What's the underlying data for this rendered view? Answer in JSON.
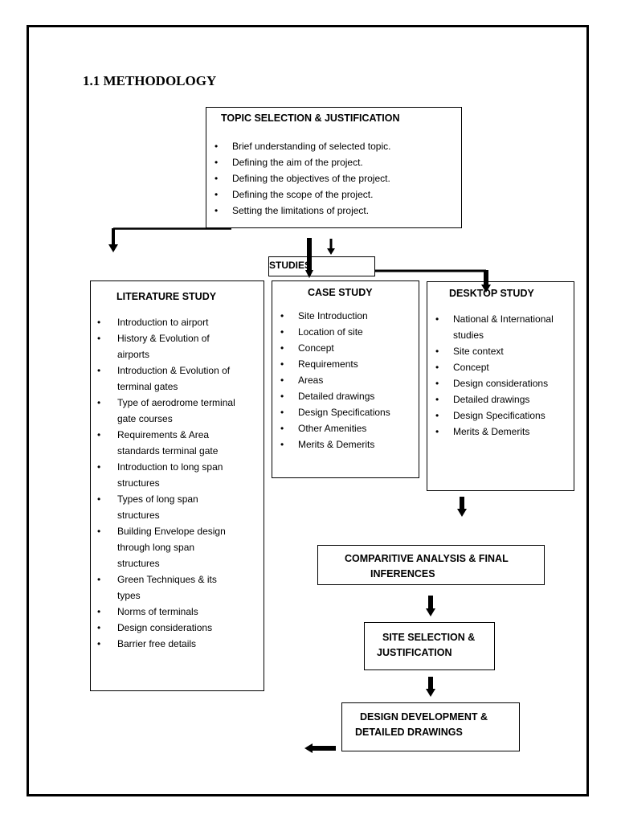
{
  "heading": "1.1 METHODOLOGY",
  "topic": {
    "title": "TOPIC SELECTION & JUSTIFICATION",
    "items": [
      "Brief understanding of selected topic.",
      "Defining the aim of the project.",
      "Defining the objectives of the project.",
      "Defining the scope of the project.",
      "Setting the limitations of project."
    ]
  },
  "studies_label": "STUDIES",
  "literature": {
    "title": "LITERATURE STUDY",
    "items": [
      "Introduction to airport",
      "History & Evolution of airports",
      "Introduction & Evolution of terminal gates",
      "Type of aerodrome terminal gate courses",
      "Requirements & Area standards terminal gate",
      "Introduction to long span structures",
      "Types of long span structures",
      "Building Envelope design through long span structures",
      "Green Techniques & its types",
      "Norms of terminals",
      "Design considerations",
      "Barrier free details"
    ]
  },
  "case": {
    "title": "CASE STUDY",
    "items": [
      "Site Introduction",
      "Location of site",
      "Concept",
      "Requirements",
      "Areas",
      "Detailed drawings",
      "Design Specifications",
      "Other Amenities",
      "Merits & Demerits"
    ]
  },
  "desktop": {
    "title": "DESKTOP STUDY",
    "items": [
      "National & International studies",
      "Site context",
      "Concept",
      "Design considerations",
      "Detailed drawings",
      "Design Specifications",
      "Merits & Demerits"
    ]
  },
  "comparitive": {
    "line1": "COMPARITIVE ANALYSIS & FINAL",
    "line2": "INFERENCES"
  },
  "site_selection": {
    "line1": "SITE SELECTION &",
    "line2": "JUSTIFICATION"
  },
  "design_dev": {
    "line1": "DESIGN DEVELOPMENT &",
    "line2": "DETAILED DRAWINGS"
  }
}
